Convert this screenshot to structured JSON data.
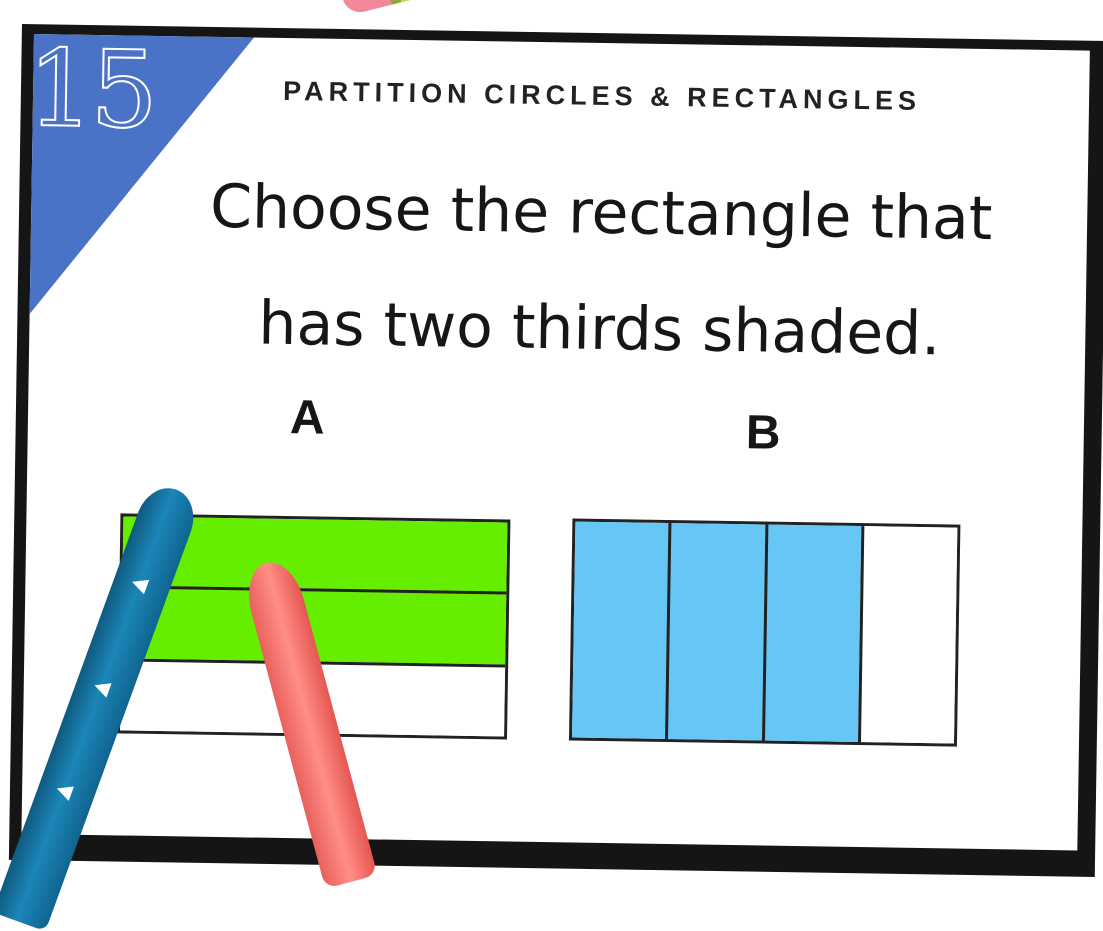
{
  "card": {
    "number": "15",
    "topic": "PARTITION CIRCLES & RECTANGLES",
    "question_line1": "Choose the rectangle that",
    "question_line2": "has two thirds shaded."
  },
  "options": [
    {
      "label": "A",
      "orientation": "horizontal",
      "parts": 3,
      "shaded": 2,
      "color": "#66ee00"
    },
    {
      "label": "B",
      "orientation": "vertical",
      "parts": 4,
      "shaded": 3,
      "color": "#66c6f6"
    }
  ],
  "colors": {
    "corner": "#4a72c7",
    "green": "#66ee00",
    "blue": "#66c6f6",
    "frame": "#151515",
    "crayon_blue": "#1b86b8",
    "crayon_pink": "#ff8f87"
  },
  "icons": [
    "pencil-icon",
    "blue-crayon-icon",
    "pink-crayon-icon"
  ]
}
